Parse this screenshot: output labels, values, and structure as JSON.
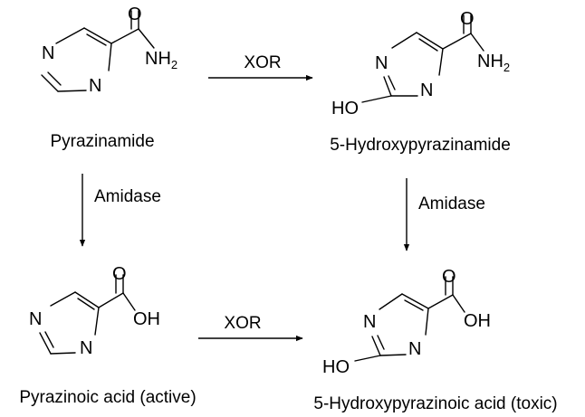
{
  "reagents": {
    "top": "XOR",
    "left": "Amidase",
    "right": "Amidase",
    "bottom": "XOR"
  },
  "compounds": {
    "pyrazinamide": {
      "name": "Pyrazinamide",
      "ring_n1": "N",
      "ring_n2": "N",
      "carbonyl_o": "O",
      "amide": "NH",
      "amide_sub": "2"
    },
    "hydroxypyrazinamide": {
      "name": "5-Hydroxypyrazinamide",
      "ring_n1": "N",
      "ring_n2": "N",
      "carbonyl_o": "O",
      "amide": "NH",
      "amide_sub": "2",
      "hydroxyl": "HO"
    },
    "pyrazinoic_acid": {
      "name": "Pyrazinoic acid (active)",
      "ring_n1": "N",
      "ring_n2": "N",
      "carbonyl_o": "O",
      "acid_oh": "OH"
    },
    "hydroxypyrazinoic_acid": {
      "name": "5-Hydroxypyrazinoic acid (toxic)",
      "ring_n1": "N",
      "ring_n2": "N",
      "carbonyl_o": "O",
      "acid_oh": "OH",
      "hydroxyl": "HO"
    }
  }
}
